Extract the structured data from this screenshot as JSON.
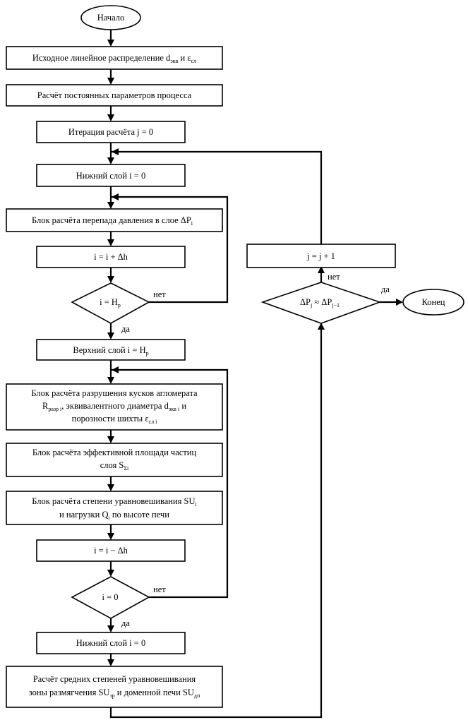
{
  "flowchart": {
    "start": "Начало",
    "end": "Конец",
    "steps": {
      "init_distribution": [
        "Исходное линейное распределение d",
        "экв",
        " и ε",
        "сл"
      ],
      "const_params": "Расчёт постоянных параметров процесса",
      "iteration_start": "Итерация расчёта j = 0",
      "bottom_layer_1": "Нижний слой i = 0",
      "pressure_drop": [
        "Блок расчёта перепада давления в слое ΔP",
        "i"
      ],
      "i_increment": "i = i + Δh",
      "top_layer": [
        "Верхний слой i = H",
        "р"
      ],
      "destruction_line1": "Блок расчёта разрушения кусков агломерата",
      "destruction_line2": [
        "R",
        "разр i",
        ", эквивалентного диаметра d",
        "экв i",
        " и"
      ],
      "destruction_line3": [
        "порозности шихты ε",
        "сл i"
      ],
      "effective_area_line1": "Блок расчёта эффективной площади частиц",
      "effective_area_line2": [
        "слоя S",
        "Σi"
      ],
      "equalization_line1": [
        "Блок расчёта степени уравновешивания SU",
        "i"
      ],
      "equalization_line2": [
        "и нагрузки Q",
        "i",
        " по высоте печи"
      ],
      "i_decrement": "i = i − Δh",
      "bottom_layer_2": "Нижний слой i = 0",
      "average_line1": "Расчёт средних степеней уравновешивания",
      "average_line2": [
        "зоны размягчения SU",
        "зр",
        " и доменной печи SU",
        "дп"
      ],
      "j_increment": "j = j + 1"
    },
    "decisions": {
      "i_equals_H": [
        "i = H",
        "р"
      ],
      "i_equals_0": "i = 0",
      "convergence": [
        "ΔP",
        "j",
        " ≈ ΔP",
        "j−1"
      ]
    },
    "branch_labels": {
      "no": "нет",
      "yes": "да"
    }
  }
}
